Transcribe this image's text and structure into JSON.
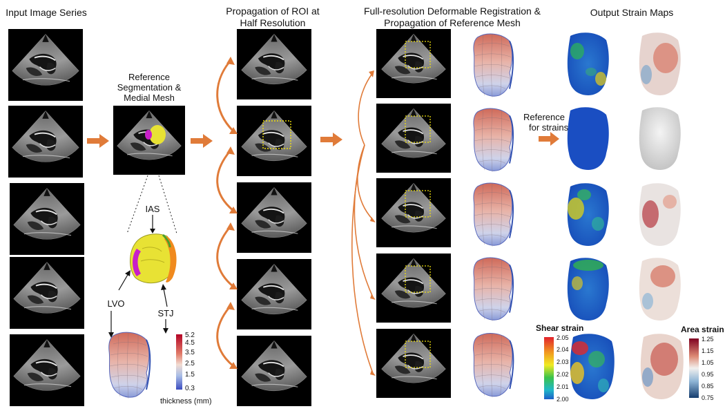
{
  "headers": {
    "col1": "Input Image Series",
    "col2_line1": "Propagation of ROI at",
    "col2_line2": "Half Resolution",
    "col3_line1": "Full-resolution Deformable Registration &",
    "col3_line2": "Propagation of Reference Mesh",
    "col4": "Output Strain Maps"
  },
  "reference": {
    "line1": "Reference",
    "line2": "Segmentation &",
    "line3": "Medial Mesh"
  },
  "anatomy": {
    "ias": "IAS",
    "lvo": "LVO",
    "stj": "STJ"
  },
  "strain_reference": {
    "line1": "Reference",
    "line2": "for strains"
  },
  "thickness_scale": {
    "title": "thickness (mm)",
    "ticks": [
      "5.2",
      "4.5",
      "3.5",
      "2.5",
      "1.5",
      "0.3"
    ]
  },
  "shear_scale": {
    "title": "Shear strain",
    "ticks": [
      "2.05",
      "2.04",
      "2.03",
      "2.02",
      "2.01",
      "2.00"
    ]
  },
  "area_scale": {
    "title": "Area strain",
    "ticks": [
      "1.25",
      "1.15",
      "1.05",
      "0.95",
      "0.85",
      "0.75"
    ]
  },
  "colors": {
    "flow_arrow": "#e07b39",
    "roi_box": "#f2e20c",
    "thickness_high": "#b40426",
    "thickness_low": "#3b4cc0",
    "segmentation_yellow": "#e8e234",
    "segmentation_magenta": "#c81fc8"
  }
}
